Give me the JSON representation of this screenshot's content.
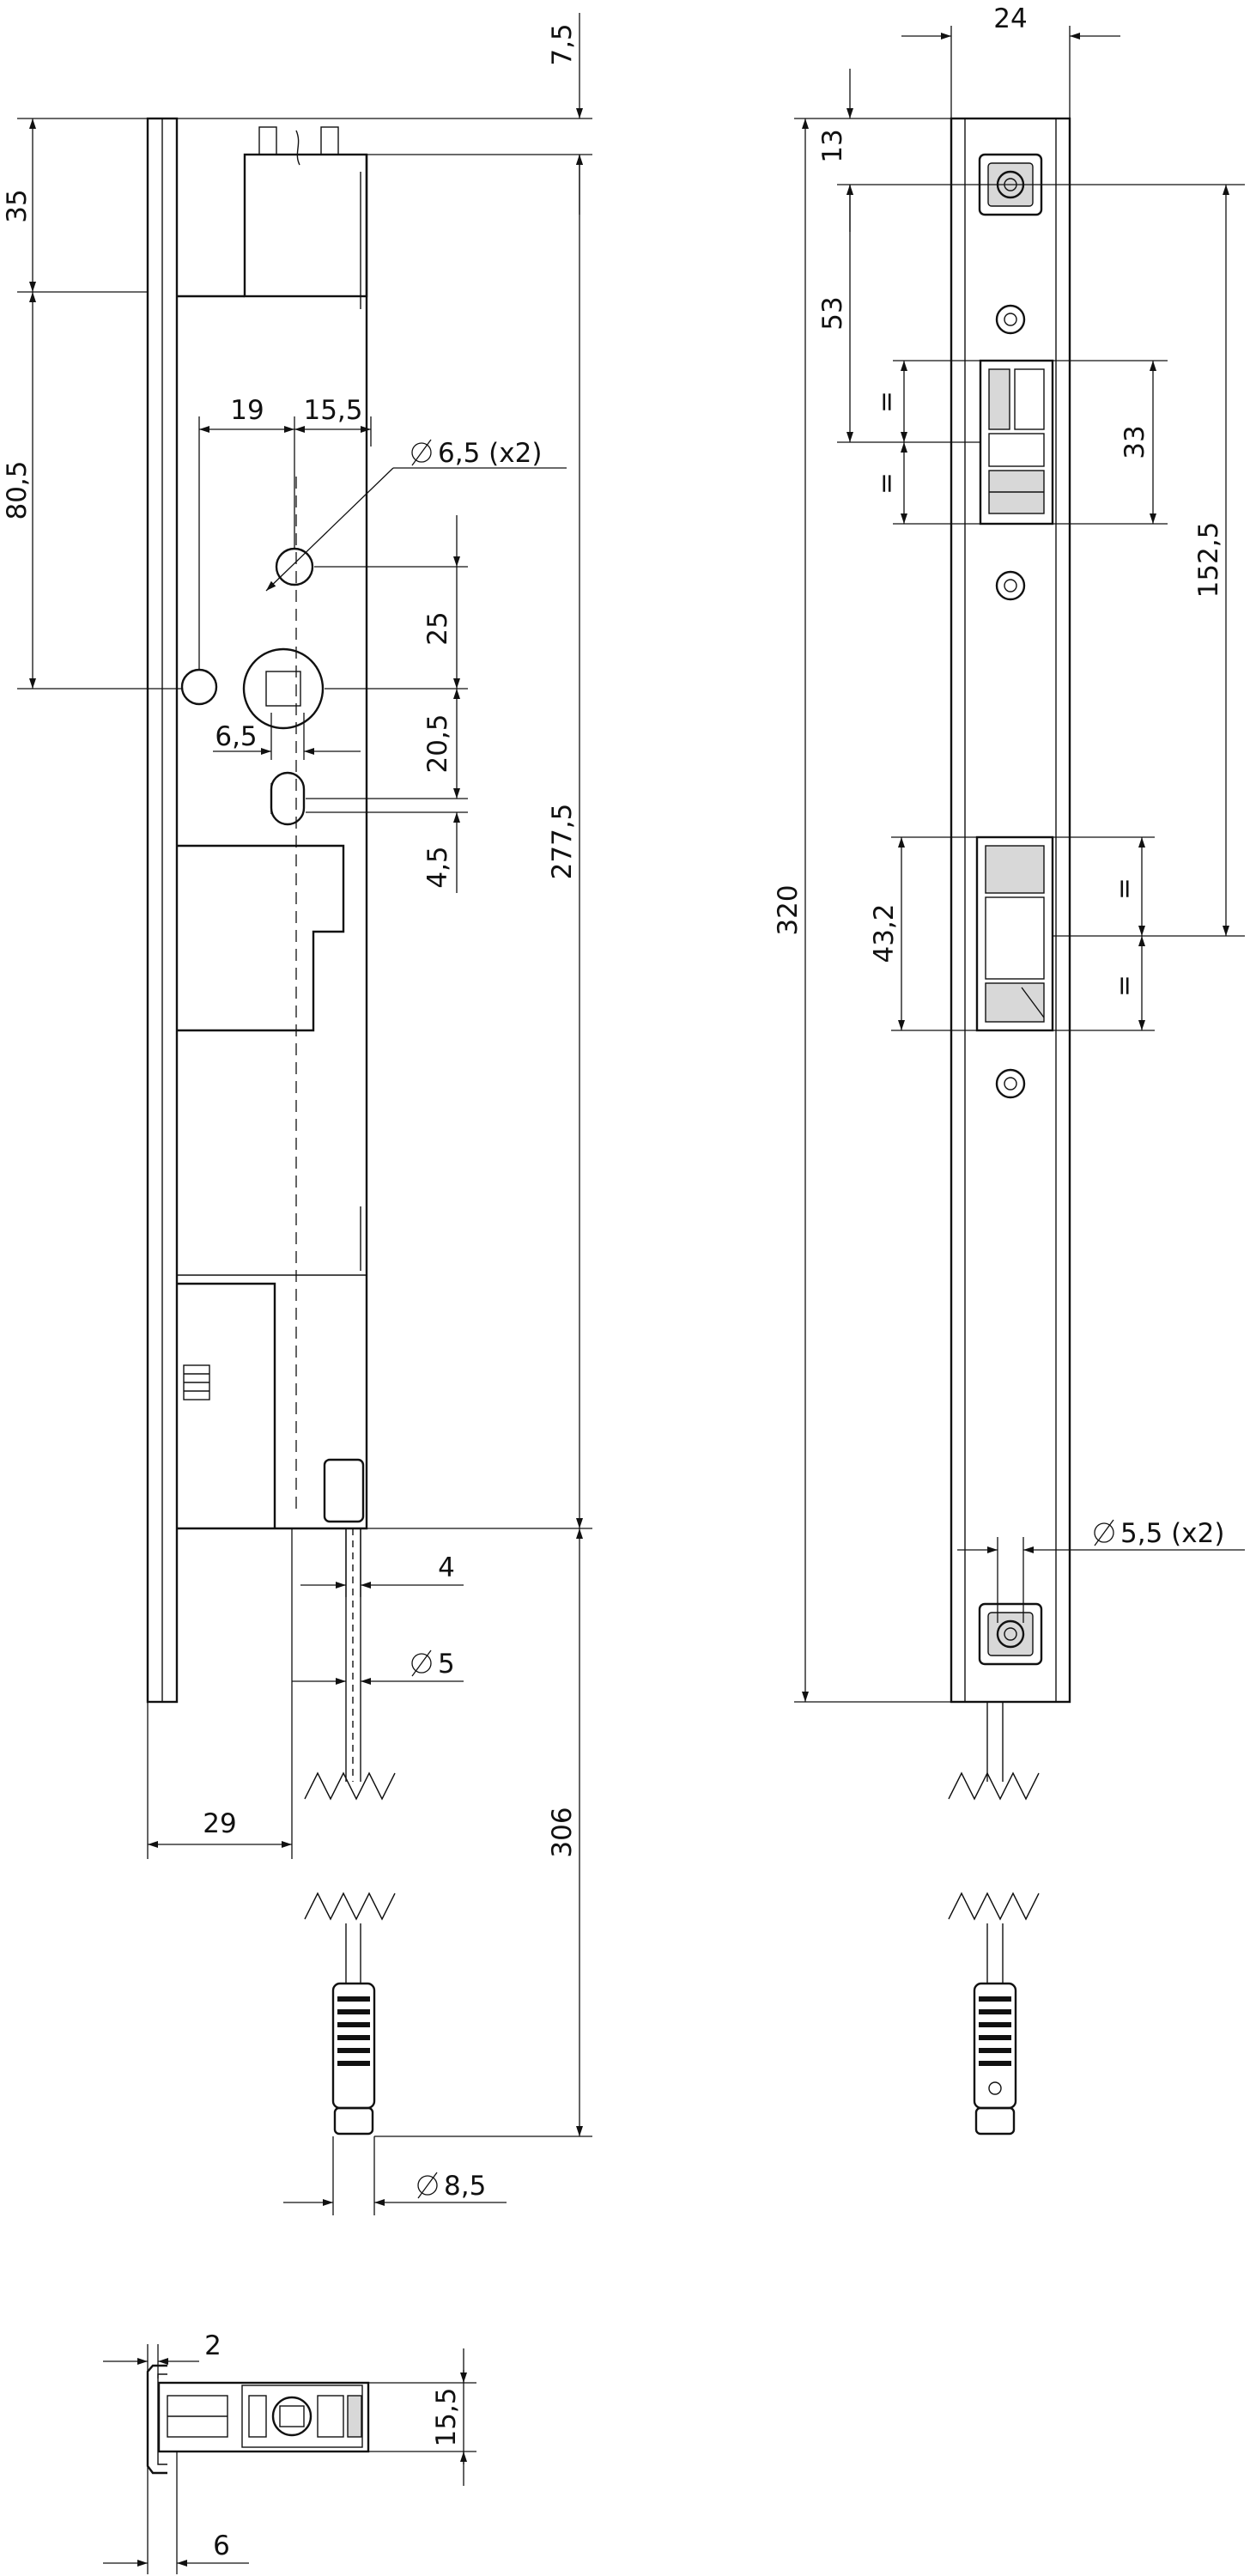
{
  "colors": {
    "ink": "#111111",
    "paper": "#ffffff"
  },
  "dims": {
    "d_7_5": "7,5",
    "d_35": "35",
    "d_80_5": "80,5",
    "d_19": "19",
    "d_15_5a": "15,5",
    "d_hole65": "6,5 (x2)",
    "d_25": "25",
    "d_6_5": "6,5",
    "d_20_5": "20,5",
    "d_4_5": "4,5",
    "d_277_5": "277,5",
    "d_4": "4",
    "d_dia5": "5",
    "d_29": "29",
    "d_306": "306",
    "d_dia85": "8,5",
    "d_24": "24",
    "d_13": "13",
    "d_53": "53",
    "d_eq1": "=",
    "d_eq2": "=",
    "d_33": "33",
    "d_152_5": "152,5",
    "d_320": "320",
    "d_43_2": "43,2",
    "d_eq3": "=",
    "d_eq4": "=",
    "d_dia55": "5,5 (x2)",
    "d_2": "2",
    "d_15_5b": "15,5",
    "d_6": "6"
  }
}
